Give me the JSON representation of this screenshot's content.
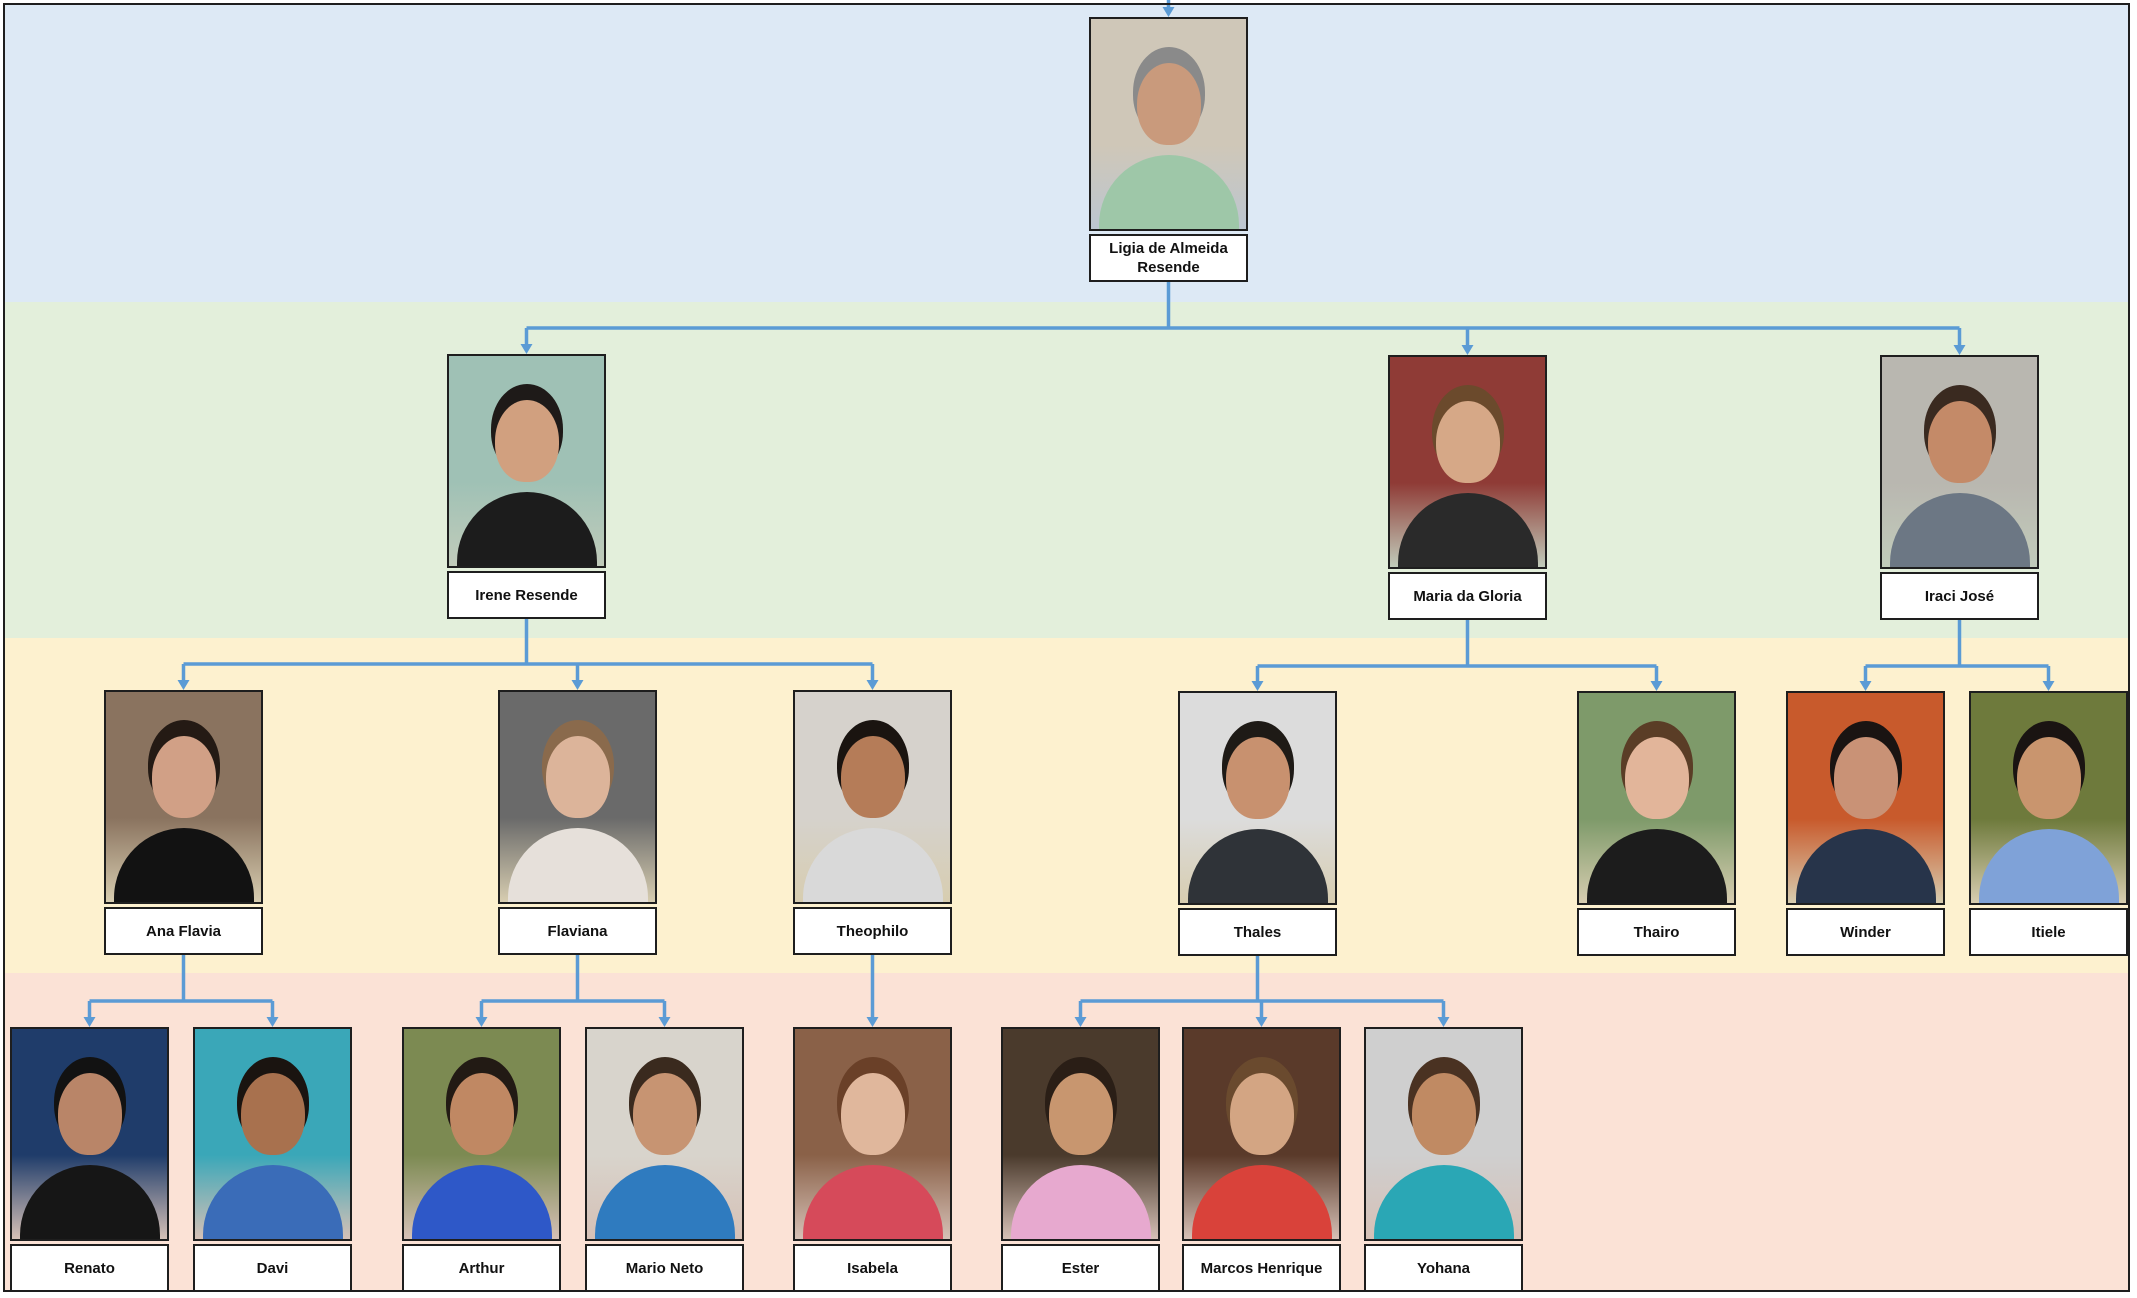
{
  "colors": {
    "connector": "#5b9bd5",
    "generation_bands": [
      "#dde9f5",
      "#e3efdb",
      "#fdf1cf",
      "#fbe2d6"
    ]
  },
  "members": [
    {
      "id": "ligia",
      "name": "Ligia de Almeida Resende",
      "bg": "#cfc7b8",
      "skin": "#c99a7c",
      "hair": "#8a8a8a",
      "shirt": "#9ec7a8"
    },
    {
      "id": "irene",
      "name": "Irene Resende",
      "bg": "#9fc1b5",
      "skin": "#d1a07f",
      "hair": "#1e1a18",
      "shirt": "#1c1c1c"
    },
    {
      "id": "maria-da-gloria",
      "name": "Maria da Gloria",
      "bg": "#8f3b36",
      "skin": "#d6a887",
      "hair": "#6b4a2c",
      "shirt": "#2a2a2a"
    },
    {
      "id": "iraci-jose",
      "name": "Iraci José",
      "bg": "#b9b7b0",
      "skin": "#c48a68",
      "hair": "#3a2a20",
      "shirt": "#6c7784"
    },
    {
      "id": "ana-flavia",
      "name": "Ana Flavia",
      "bg": "#8a735f",
      "skin": "#d1a086",
      "hair": "#241a14",
      "shirt": "#121212"
    },
    {
      "id": "flaviana",
      "name": "Flaviana",
      "bg": "#6a6a6a",
      "skin": "#dcb49a",
      "hair": "#8a6a4c",
      "shirt": "#e6e0da"
    },
    {
      "id": "theophilo",
      "name": "Theophilo",
      "bg": "#d6d2cc",
      "skin": "#b57c58",
      "hair": "#1a1410",
      "shirt": "#d9d9d9"
    },
    {
      "id": "thales",
      "name": "Thales",
      "bg": "#dcdcdc",
      "skin": "#c8916f",
      "hair": "#1e1a16",
      "shirt": "#2f3338"
    },
    {
      "id": "thairo",
      "name": "Thairo",
      "bg": "#7e9a6a",
      "skin": "#e2b59a",
      "hair": "#5a3d26",
      "shirt": "#1c1c1c"
    },
    {
      "id": "winder",
      "name": "Winder",
      "bg": "#c85a2c",
      "skin": "#c99276",
      "hair": "#1a1412",
      "shirt": "#27344a"
    },
    {
      "id": "itiele",
      "name": "Itiele",
      "bg": "#6e7a3c",
      "skin": "#c9956e",
      "hair": "#1a1412",
      "shirt": "#7fa2d8"
    },
    {
      "id": "renato",
      "name": "Renato",
      "bg": "#1f3c6a",
      "skin": "#b98568",
      "hair": "#121212",
      "shirt": "#161616"
    },
    {
      "id": "davi",
      "name": "Davi",
      "bg": "#3aa7b8",
      "skin": "#a8714e",
      "hair": "#1a1410",
      "shirt": "#3a6cb8"
    },
    {
      "id": "arthur",
      "name": "Arthur",
      "bg": "#7c8a52",
      "skin": "#c08863",
      "hair": "#221a14",
      "shirt": "#2e58c8"
    },
    {
      "id": "mario-neto",
      "name": "Mario Neto",
      "bg": "#d8d4cc",
      "skin": "#c79472",
      "hair": "#3a2a1e",
      "shirt": "#2f7bbf"
    },
    {
      "id": "isabela",
      "name": "Isabela",
      "bg": "#8a6148",
      "skin": "#e0b79c",
      "hair": "#6a4028",
      "shirt": "#d64a5a"
    },
    {
      "id": "ester",
      "name": "Ester",
      "bg": "#4a3a2c",
      "skin": "#c8966f",
      "hair": "#2a1e16",
      "shirt": "#e7a9cf"
    },
    {
      "id": "marcos-henrique",
      "name": "Marcos Henrique",
      "bg": "#5a3a2a",
      "skin": "#d3a583",
      "hair": "#6a4a2e",
      "shirt": "#d9423a"
    },
    {
      "id": "yohana",
      "name": "Yohana",
      "bg": "#cfcfcf",
      "skin": "#c08a63",
      "hair": "#4a3222",
      "shirt": "#2aa7b5"
    }
  ]
}
